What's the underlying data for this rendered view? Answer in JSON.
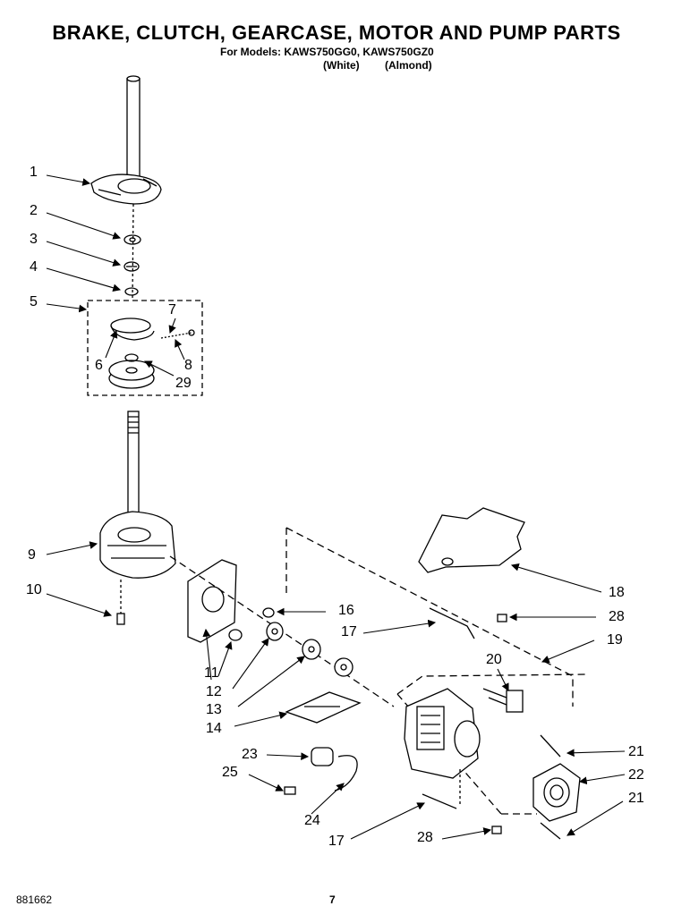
{
  "header": {
    "title": "BRAKE, CLUTCH, GEARCASE, MOTOR AND PUMP PARTS",
    "subtitle": "For Models: KAWS750GG0, KAWS750GZ0",
    "variant_white": "(White)",
    "variant_almond": "(Almond)"
  },
  "callouts": {
    "c1": "1",
    "c2": "2",
    "c3": "3",
    "c4": "4",
    "c5": "5",
    "c6": "6",
    "c7": "7",
    "c8": "8",
    "c29": "29",
    "c9": "9",
    "c10": "10",
    "c11": "11",
    "c12": "12",
    "c13": "13",
    "c14": "14",
    "c16": "16",
    "c17a": "17",
    "c17b": "17",
    "c18": "18",
    "c19": "19",
    "c20": "20",
    "c21a": "21",
    "c21b": "21",
    "c22": "22",
    "c23": "23",
    "c24": "24",
    "c25": "25",
    "c28a": "28",
    "c28b": "28"
  },
  "footer": {
    "code": "881662",
    "page": "7"
  }
}
